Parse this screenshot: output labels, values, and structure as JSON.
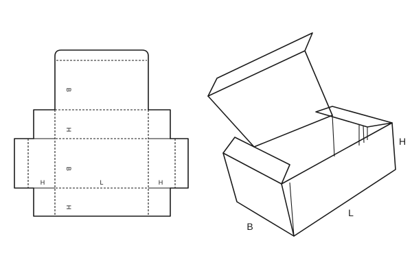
{
  "flat_net": {
    "label_b_top": "B",
    "label_h_top": "H",
    "label_b_mid": "B",
    "label_h_left": "H",
    "label_l_mid": "L",
    "label_h_right": "H",
    "label_h_bottom": "H"
  },
  "box_3d": {
    "label_b": "B",
    "label_l": "L",
    "label_h": "H"
  }
}
